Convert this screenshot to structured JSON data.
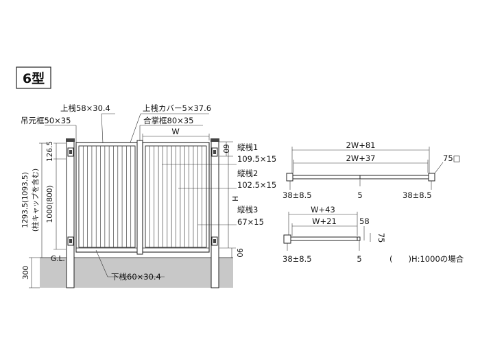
{
  "type_badge": "6型",
  "labels": {
    "top_rail": "上桟58×30.4",
    "top_rail_cover": "上桟カバー5×37.6",
    "hanging_frame": "吊元框50×35",
    "meeting_frame": "合掌框80×35",
    "bottom_rail": "下桟60×30.4",
    "vstile1_name": "縦桟1",
    "vstile1_size": "109.5×15",
    "vstile2_name": "縦桟2",
    "vstile2_size": "102.5×15",
    "vstile3_name": "縦桟3",
    "vstile3_size": "67×15",
    "width_W": "W",
    "height_H": "H",
    "gl": "G.L.",
    "dim_1265": "126.5",
    "dim_1000": "1000(800)",
    "dim_total": "1293.5(1093.5)",
    "dim_total_note": "(柱キャップを含む)",
    "dim_60": "60",
    "dim_90": "90",
    "dim_300": "300"
  },
  "plan_double": {
    "overall": "2W+81",
    "inner": "2W+37",
    "left_offset": "38±8.5",
    "center": "5",
    "right_offset": "38±8.5",
    "post": "75□"
  },
  "plan_single": {
    "overall": "W+43",
    "inner": "W+21",
    "post_58": "58",
    "post_75": "75",
    "left_offset": "38±8.5",
    "center": "5"
  },
  "note": "(　　)H:1000の場合"
}
